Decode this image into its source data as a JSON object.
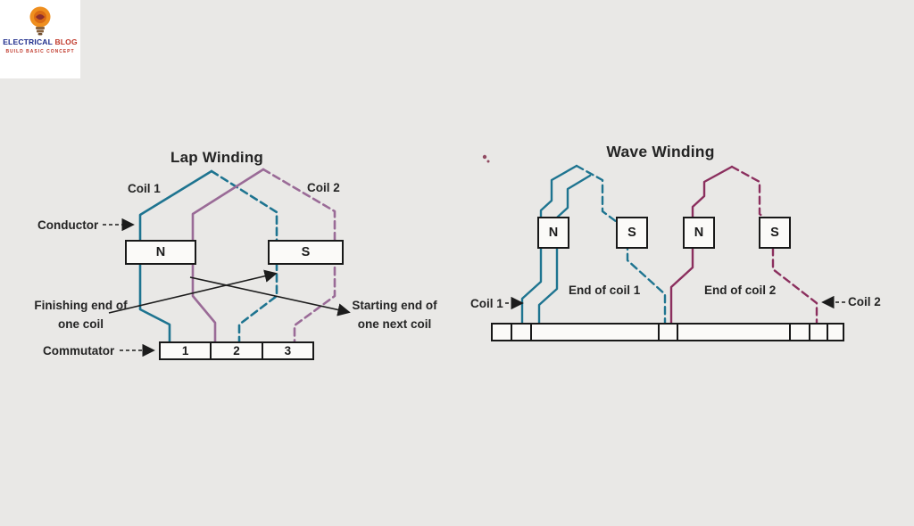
{
  "colors": {
    "background": "#e9e8e6",
    "ink": "#222222",
    "teal": "#1e7490",
    "plum": "#9a6b97",
    "maroon": "#8b2f5e",
    "logo_blue": "#1b2a8a",
    "logo_red": "#c0392b",
    "logo_orange": "#ef8f1f"
  },
  "logo": {
    "icon": "lightbulb-icon",
    "name_part1": "ELECTRICAL",
    "name_part2": "BLOG",
    "tagline": "BUILD BASIC CONCEPT"
  },
  "lap": {
    "title": "Lap Winding",
    "coil1": "Coil 1",
    "coil2": "Coil 2",
    "conductor": "Conductor",
    "pole_n": "N",
    "pole_s": "S",
    "finishing_line1": "Finishing end of",
    "finishing_line2": "one coil",
    "starting_line1": "Starting end of",
    "starting_line2": "one next coil",
    "commutator": "Commutator",
    "segments": [
      "1",
      "2",
      "3"
    ]
  },
  "wave": {
    "title": "Wave Winding",
    "poles": [
      "N",
      "S",
      "N",
      "S"
    ],
    "coil1": "Coil 1",
    "coil2": "Coil 2",
    "end_of_coil1": "End of coil 1",
    "end_of_coil2": "End of coil 2"
  }
}
